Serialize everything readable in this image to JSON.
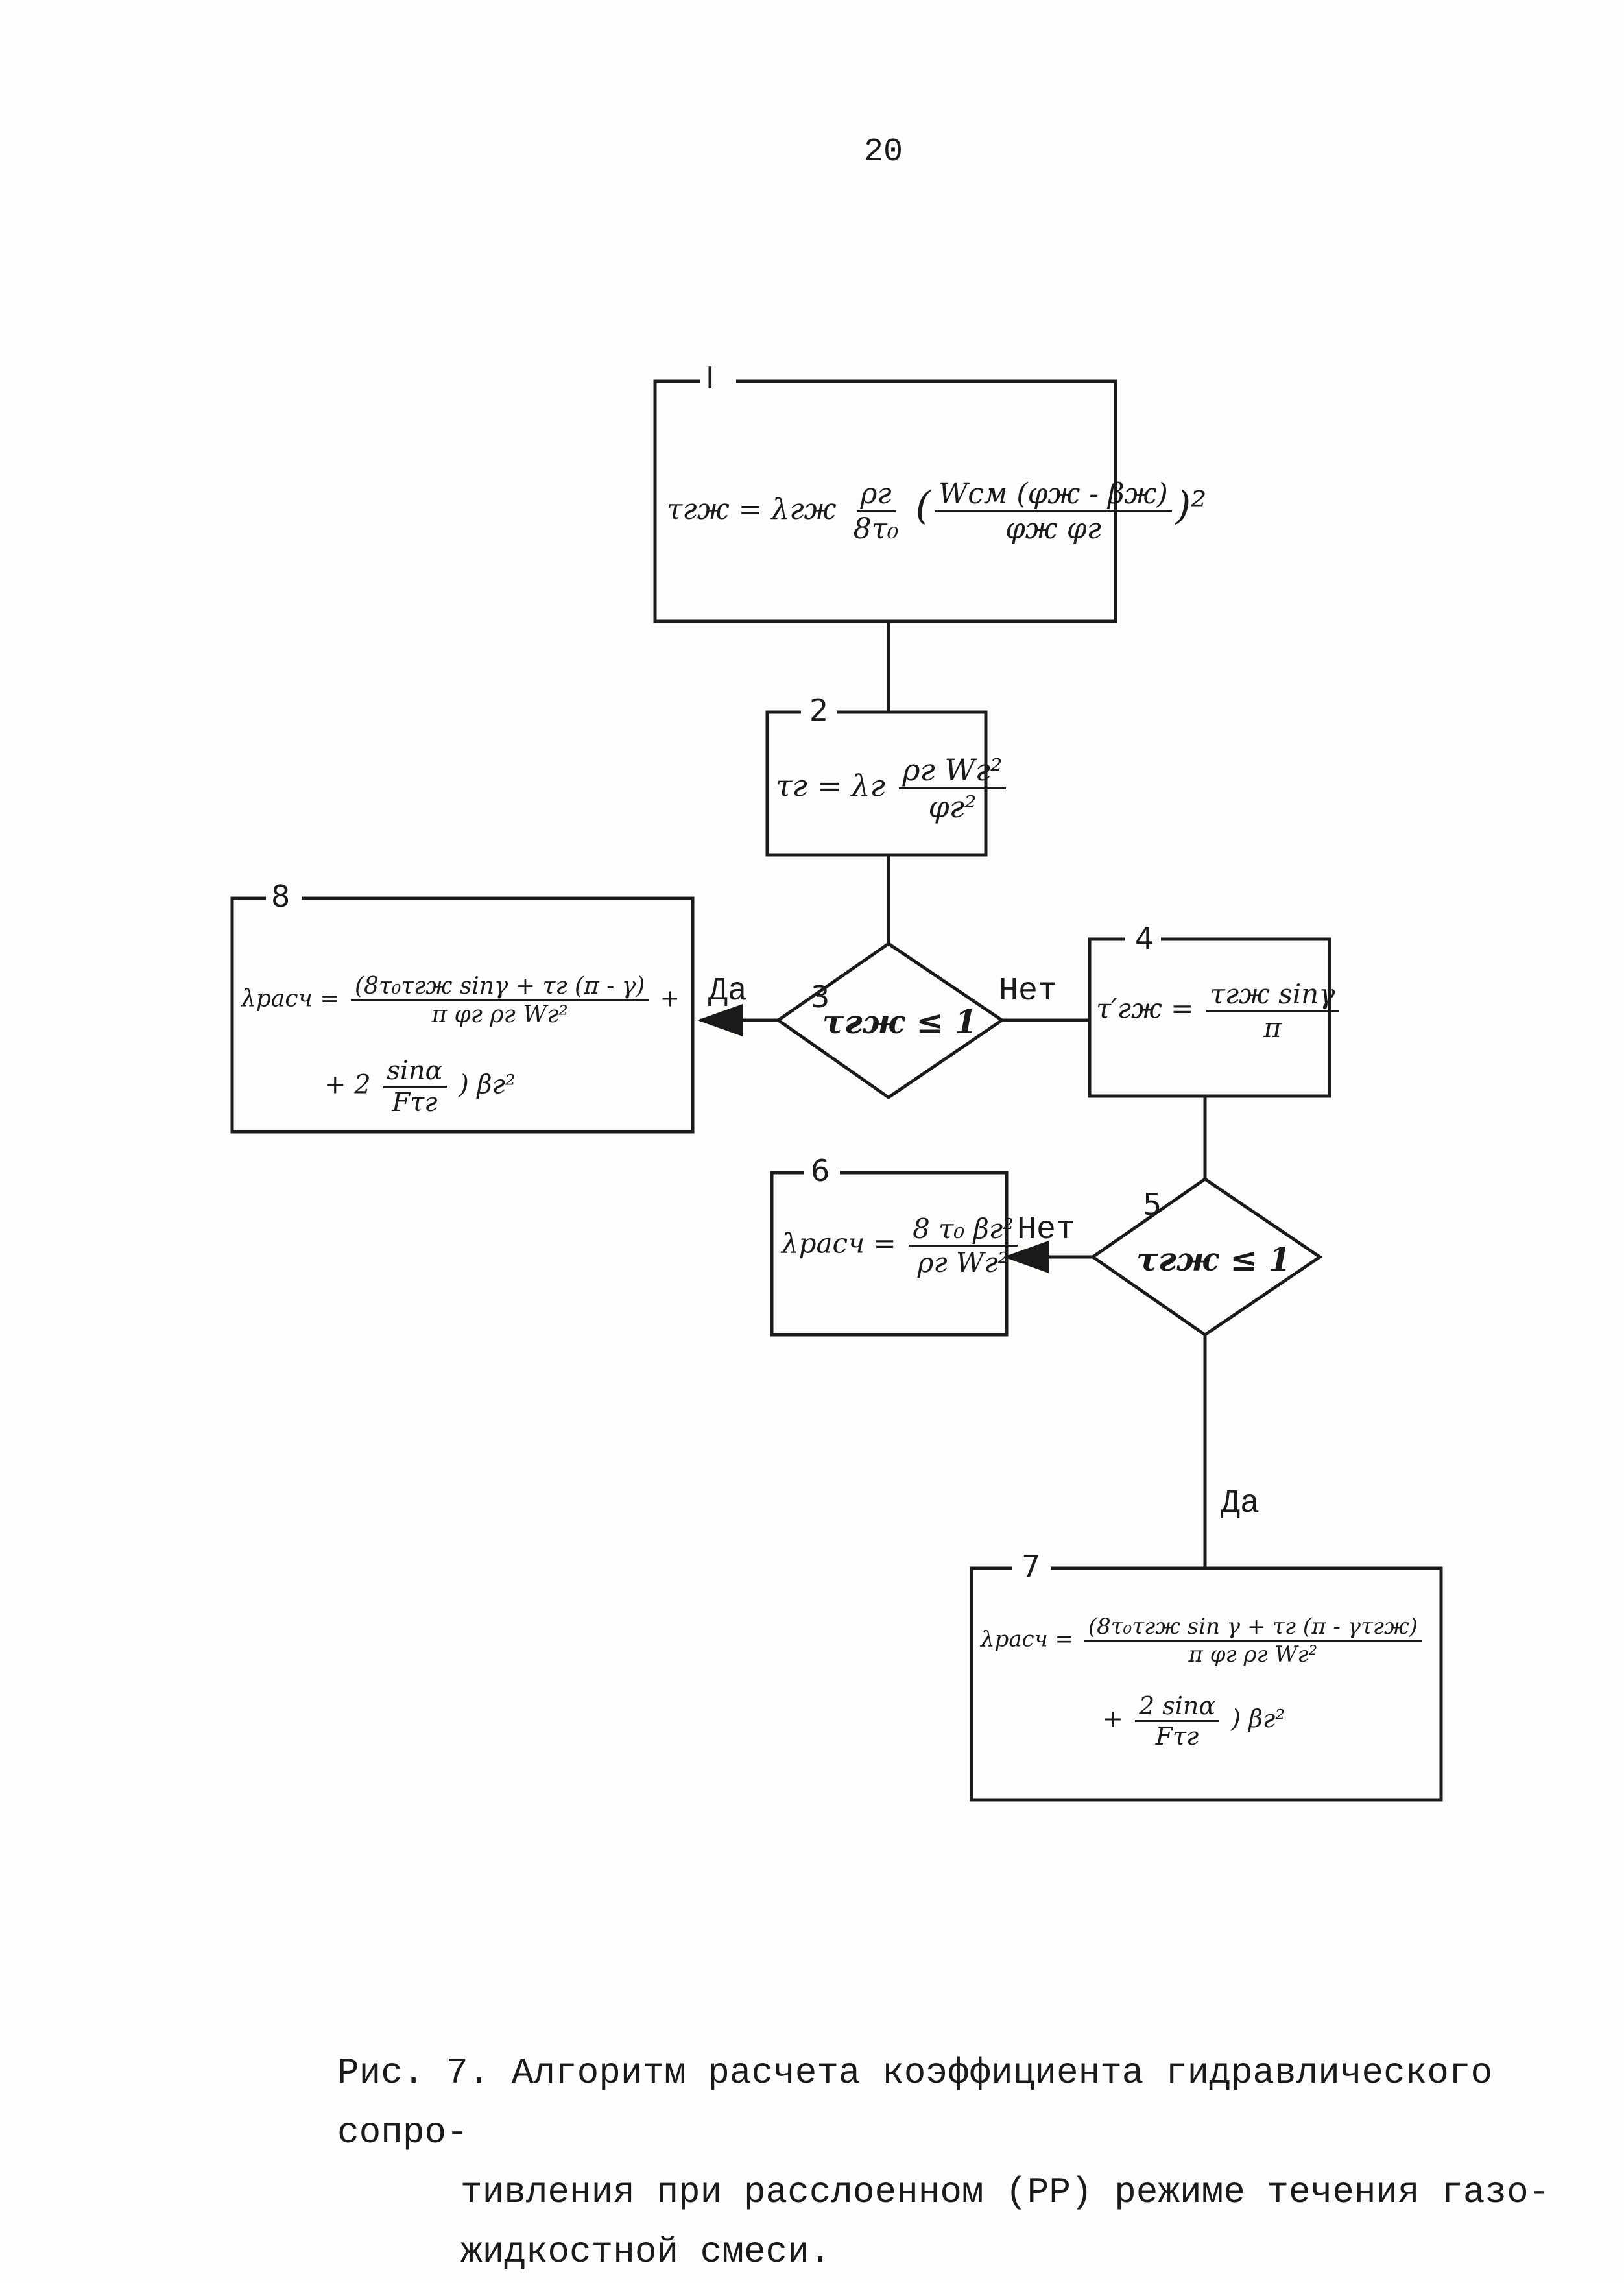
{
  "page_number": "20",
  "blocks": {
    "b1": {
      "number": "I",
      "formula_lhs": "τгж = λгж",
      "formula_frac1_num": "ρг",
      "formula_frac1_den": "8τ₀",
      "formula_frac2_num": "Wсм (φж - βж)",
      "formula_frac2_den": "φж φг",
      "formula_tail": ")²"
    },
    "b2": {
      "number": "2",
      "formula_lhs": "τг = λг",
      "formula_num": "ρг Wг²",
      "formula_den": "φг²"
    },
    "b3": {
      "number": "3",
      "condition": "τгж ≤ 1"
    },
    "b4": {
      "number": "4",
      "formula_lhs": "τ′гж =",
      "formula_num": "τгж sinγ",
      "formula_den": "π"
    },
    "b5": {
      "number": "5",
      "condition": "τгж ≤ 1"
    },
    "b6": {
      "number": "6",
      "formula_lhs": "λрасч =",
      "formula_num": "8 τ₀ βг²",
      "formula_den": "ρг Wг²"
    },
    "b7": {
      "number": "7",
      "formula_lhs": "λрасч =",
      "formula_num": "(8τ₀τгж sin γ + τг (π - γτгж)",
      "formula_den": "π φг ρг Wг²",
      "formula_line2": "+",
      "formula_line2_num": "2 sinα",
      "formula_line2_den": "Fτг",
      "formula_line2_tail": ") βг²"
    },
    "b8": {
      "number": "8",
      "formula_lhs": "λрасч =",
      "formula_num": "(8τ₀τгж sinγ + τг (π - γ)",
      "formula_den": "π φг ρг Wг²",
      "formula_plus": "+",
      "formula_line2": "+ 2",
      "formula_line2_num": "sinα",
      "formula_line2_den": "Fτг",
      "formula_line2_tail": ") βг²"
    }
  },
  "edge_labels": {
    "b3_yes": "Да",
    "b3_no": "Нет",
    "b5_no": "Нет",
    "b5_yes": "Да"
  },
  "caption": {
    "line1": "Рис. 7. Алгоритм расчета коэффициента гидравлического сопро-",
    "line2": "тивления при расслоенном  (РР) режиме  течения газо-",
    "line3": "жидкостной смеси."
  },
  "colors": {
    "ink": "#1a1a1a",
    "paper": "#fdfdfb"
  }
}
